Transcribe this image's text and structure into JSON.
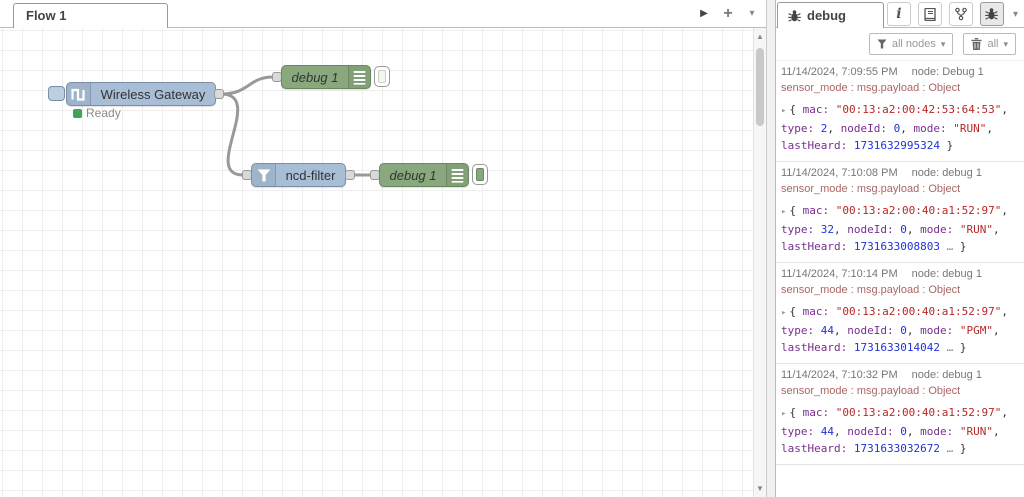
{
  "colors": {
    "node_blue": "#a8bed6",
    "node_blue_border": "#7b8ea6",
    "node_green": "#8aa87e",
    "node_green_border": "#6b8760",
    "status_green": "#3fa25e",
    "wire": "#999999",
    "grid_line": "#eeeeee",
    "json_key": "#792e90",
    "json_number": "#2033d6",
    "json_string": "#b72828",
    "topic_text": "#aa6666",
    "meta_text": "#777777",
    "chrome_border": "#bbbbbb"
  },
  "icons": {
    "play": "▶",
    "add": "+",
    "caret_down": "▾",
    "info": "i",
    "scroll_up": "▲",
    "scroll_down": "▼",
    "expand_arrow": "▸"
  },
  "tabbar": {
    "flow_tab": "Flow 1"
  },
  "canvas": {
    "nodes": [
      {
        "label": "Wireless Gateway",
        "status": "Ready",
        "has_button": true
      },
      {
        "label": "debug 1",
        "enabled": false
      },
      {
        "label": "ncd-filter"
      },
      {
        "label": "debug 1",
        "enabled": true
      }
    ]
  },
  "sidebar": {
    "tab": "debug",
    "filter_button": "all nodes",
    "clear_button": "all",
    "messages": [
      {
        "timestamp": "11/14/2024, 7:09:55 PM",
        "node_label": "node: Debug 1",
        "topic": "sensor_mode : msg.payload : Object",
        "payload": {
          "mac": "00:13:a2:00:42:53:64:53",
          "type": 2,
          "nodeId": 0,
          "mode": "RUN",
          "lastHeard": 1731632995324,
          "truncated": false
        }
      },
      {
        "timestamp": "11/14/2024, 7:10:08 PM",
        "node_label": "node: debug 1",
        "topic": "sensor_mode : msg.payload : Object",
        "payload": {
          "mac": "00:13:a2:00:40:a1:52:97",
          "type": 32,
          "nodeId": 0,
          "mode": "RUN",
          "lastHeard": 1731633008803,
          "truncated": true
        }
      },
      {
        "timestamp": "11/14/2024, 7:10:14 PM",
        "node_label": "node: debug 1",
        "topic": "sensor_mode : msg.payload : Object",
        "payload": {
          "mac": "00:13:a2:00:40:a1:52:97",
          "type": 44,
          "nodeId": 0,
          "mode": "PGM",
          "lastHeard": 1731633014042,
          "truncated": true
        }
      },
      {
        "timestamp": "11/14/2024, 7:10:32 PM",
        "node_label": "node: debug 1",
        "topic": "sensor_mode : msg.payload : Object",
        "payload": {
          "mac": "00:13:a2:00:40:a1:52:97",
          "type": 44,
          "nodeId": 0,
          "mode": "RUN",
          "lastHeard": 1731633032672,
          "truncated": true
        }
      }
    ]
  }
}
